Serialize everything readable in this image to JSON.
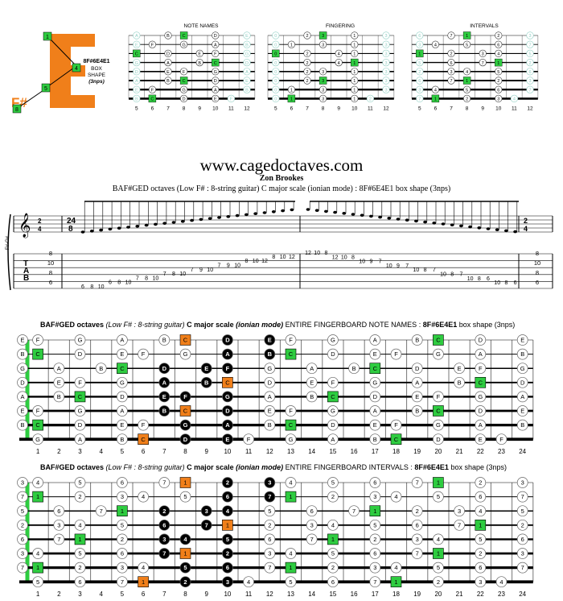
{
  "logo": {
    "letter_big": "E",
    "letter_small": "F#",
    "shape_name": "8F#6E4E1",
    "line2": "BOX",
    "line3": "SHAPE",
    "line4": "(3nps)",
    "dots": [
      "1",
      "4",
      "5",
      "8"
    ]
  },
  "mini_diagrams": {
    "titles": [
      "NOTE NAMES",
      "FINGERING",
      "INTERVALS"
    ],
    "fret_numbers": [
      "5",
      "6",
      "7",
      "8",
      "9",
      "10",
      "11",
      "12"
    ]
  },
  "header": {
    "url": "www.cagedoctaves.com",
    "author": "Zon Brookes",
    "subtitle": "BAF#GED octaves (Low F# : 8-string guitar) C major scale (ionian mode) : 8F#6E4E1 box shape (3nps)"
  },
  "score": {
    "tuning": "F#-G#",
    "time_start": "2/4",
    "time_mid": "24/8",
    "time_end": "2/4",
    "tab_label": [
      "T",
      "A",
      "B"
    ],
    "tab_numbers_left": [
      "6",
      "8",
      "10",
      "6",
      "8",
      "10",
      "7",
      "8",
      "10",
      "7",
      "8",
      "10",
      "7",
      "9",
      "10",
      "7",
      "9",
      "10",
      "8",
      "10",
      "12",
      "8",
      "10",
      "12"
    ],
    "tab_numbers_right": [
      "12",
      "10",
      "8",
      "12",
      "10",
      "8",
      "10",
      "9",
      "7",
      "10",
      "9",
      "7",
      "10",
      "8",
      "7",
      "10",
      "8",
      "7",
      "10",
      "8",
      "6",
      "10",
      "8",
      "6"
    ],
    "tab_end_left": [
      "8",
      "10",
      "8",
      "6"
    ],
    "tab_end_right": [
      "8",
      "10",
      "8",
      "6"
    ]
  },
  "fretboard1": {
    "title_prefix": "BAF#GED octaves",
    "title_paren": "(Low F# : 8-string guitar)",
    "title_scale": "C major scale",
    "title_mode": "(ionian mode)",
    "title_mid": "ENTIRE FINGERBOARD NOTE NAMES :",
    "title_shape": "8F#6E4E1",
    "title_end": "box shape (3nps)",
    "strings": [
      [
        "E",
        "F",
        "",
        "G",
        "",
        "A",
        "",
        "B",
        "C",
        "",
        "D",
        "",
        "E",
        "F",
        "",
        "G",
        "",
        "A",
        "",
        "B",
        "C",
        "",
        "D",
        "",
        "E"
      ],
      [
        "B",
        "C",
        "",
        "D",
        "",
        "E",
        "F",
        "",
        "G",
        "",
        "A",
        "",
        "B",
        "C",
        "",
        "D",
        "",
        "E",
        "F",
        "",
        "G",
        "",
        "A",
        "",
        "B"
      ],
      [
        "G",
        "",
        "A",
        "",
        "B",
        "C",
        "",
        "D",
        "",
        "E",
        "F",
        "",
        "G",
        "",
        "A",
        "",
        "B",
        "C",
        "",
        "D",
        "",
        "E",
        "F",
        "",
        "G"
      ],
      [
        "D",
        "",
        "E",
        "F",
        "",
        "G",
        "",
        "A",
        "",
        "B",
        "C",
        "",
        "D",
        "",
        "E",
        "F",
        "",
        "G",
        "",
        "A",
        "",
        "B",
        "C",
        "",
        "D"
      ],
      [
        "A",
        "",
        "B",
        "C",
        "",
        "D",
        "",
        "E",
        "F",
        "",
        "G",
        "",
        "A",
        "",
        "B",
        "C",
        "",
        "D",
        "",
        "E",
        "F",
        "",
        "G",
        "",
        "A"
      ],
      [
        "E",
        "F",
        "",
        "G",
        "",
        "A",
        "",
        "B",
        "C",
        "",
        "D",
        "",
        "E",
        "F",
        "",
        "G",
        "",
        "A",
        "",
        "B",
        "C",
        "",
        "D",
        "",
        "E"
      ],
      [
        "B",
        "C",
        "",
        "D",
        "",
        "E",
        "F",
        "",
        "G",
        "",
        "A",
        "",
        "B",
        "C",
        "",
        "D",
        "",
        "E",
        "F",
        "",
        "G",
        "",
        "A",
        "",
        "B"
      ],
      [
        "",
        "G",
        "",
        "A",
        "",
        "B",
        "C",
        "",
        "D",
        "",
        "E",
        "F",
        "",
        "G",
        "",
        "A",
        "",
        "B",
        "C",
        "",
        "D",
        "",
        "E",
        "F",
        ""
      ]
    ]
  },
  "fretboard2": {
    "title_prefix": "BAF#GED octaves",
    "title_paren": "(Low F# : 8-string guitar)",
    "title_scale": "C major scale",
    "title_mode": "(ionian mode)",
    "title_mid": "ENTIRE FINGERBOARD INTERVALS :",
    "title_shape": "8F#6E4E1",
    "title_end": "box shape (3nps)",
    "strings": [
      [
        "3",
        "4",
        "",
        "5",
        "",
        "6",
        "",
        "7",
        "1",
        "",
        "2",
        "",
        "3",
        "4",
        "",
        "5",
        "",
        "6",
        "",
        "7",
        "1",
        "",
        "2",
        "",
        "3"
      ],
      [
        "7",
        "1",
        "",
        "2",
        "",
        "3",
        "4",
        "",
        "5",
        "",
        "6",
        "",
        "7",
        "1",
        "",
        "2",
        "",
        "3",
        "4",
        "",
        "5",
        "",
        "6",
        "",
        "7"
      ],
      [
        "5",
        "",
        "6",
        "",
        "7",
        "1",
        "",
        "2",
        "",
        "3",
        "4",
        "",
        "5",
        "",
        "6",
        "",
        "7",
        "1",
        "",
        "2",
        "",
        "3",
        "4",
        "",
        "5"
      ],
      [
        "2",
        "",
        "3",
        "4",
        "",
        "5",
        "",
        "6",
        "",
        "7",
        "1",
        "",
        "2",
        "",
        "3",
        "4",
        "",
        "5",
        "",
        "6",
        "",
        "7",
        "1",
        "",
        "2"
      ],
      [
        "6",
        "",
        "7",
        "1",
        "",
        "2",
        "",
        "3",
        "4",
        "",
        "5",
        "",
        "6",
        "",
        "7",
        "1",
        "",
        "2",
        "",
        "3",
        "4",
        "",
        "5",
        "",
        "6"
      ],
      [
        "3",
        "4",
        "",
        "5",
        "",
        "6",
        "",
        "7",
        "1",
        "",
        "2",
        "",
        "3",
        "4",
        "",
        "5",
        "",
        "6",
        "",
        "7",
        "1",
        "",
        "2",
        "",
        "3"
      ],
      [
        "7",
        "1",
        "",
        "2",
        "",
        "3",
        "4",
        "",
        "5",
        "",
        "6",
        "",
        "7",
        "1",
        "",
        "2",
        "",
        "3",
        "4",
        "",
        "5",
        "",
        "6",
        "",
        "7"
      ],
      [
        "",
        "5",
        "",
        "6",
        "",
        "7",
        "1",
        "",
        "2",
        "",
        "3",
        "4",
        "",
        "5",
        "",
        "6",
        "",
        "7",
        "1",
        "",
        "2",
        "",
        "3",
        "4",
        ""
      ]
    ]
  },
  "fret_numbers": [
    "1",
    "2",
    "3",
    "4",
    "5",
    "6",
    "7",
    "8",
    "9",
    "10",
    "11",
    "12",
    "13",
    "14",
    "15",
    "16",
    "17",
    "18",
    "19",
    "20",
    "21",
    "22",
    "23",
    "24"
  ],
  "colors": {
    "green": "#2ecc40",
    "orange": "#f07f1a",
    "black": "#000000",
    "light": "#8fd0c4"
  }
}
